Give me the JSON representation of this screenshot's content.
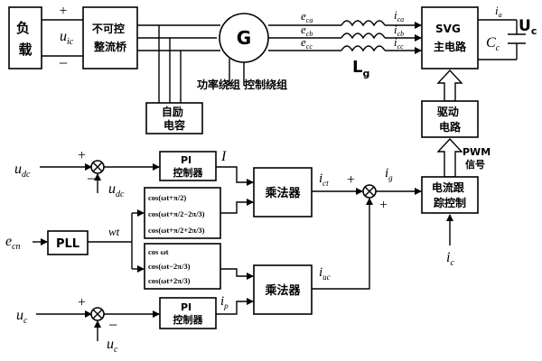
{
  "blocks": {
    "load": "负\n载",
    "rectifier": "不可控\n整流桥",
    "generator": "G",
    "self_exc_cap": "自励\n电容",
    "svg_main": "SVG\n主电路",
    "drive": "驱动\n电路",
    "pi_top": "PI\n控制器",
    "pi_bottom": "PI\n控制器",
    "multiplier_top": "乘法器",
    "multiplier_bottom": "乘法器",
    "pll": "PLL",
    "current_tracking": "电流跟\n踪控制",
    "sin_top": "cos(ωt+π/2)",
    "sin_mid": "cos(ωt+π/2−2π/3)",
    "sin_bot": "cos(ωt+π/2+2π/3)",
    "cos_top": "cos ωt",
    "cos_mid": "cos(ωt−2π/3)",
    "cos_bot": "cos(ωt+2π/3)"
  },
  "labels": {
    "winding": "功率绕组 控制绕组",
    "pwm": "PWM\n信号",
    "plus": "+",
    "minus": "−",
    "u_ic_main": "u",
    "u_ic_sub": "ic",
    "e_ca": "e",
    "e_ca_sub": "ca",
    "e_cb": "e",
    "e_cb_sub": "cb",
    "e_cc": "e",
    "e_cc_sub": "cc",
    "i_ca": "i",
    "i_ca_sub": "ca",
    "i_cb": "i",
    "i_cb_sub": "cb",
    "i_cc": "i",
    "i_cc_sub": "cc",
    "i_a": "i",
    "i_a_sub": "a",
    "Lg": "L",
    "Lg_sub": "g",
    "Cc": "C",
    "Cc_sub": "c",
    "Uc": "U",
    "Uc_sub": "c",
    "u_dc_ref": "u",
    "u_dc_ref_sub": "dc",
    "u_dc_fb": "u",
    "u_dc_fb_sub": "dc",
    "I_out": "I",
    "i_ct": "i",
    "i_ct_sub": "ct",
    "i_g": "i",
    "i_g_sub": "g",
    "e_cn": "e",
    "e_cn_sub": "cn",
    "wt": "wt",
    "i_uc": "i",
    "i_uc_sub": "uc",
    "u_c_ref": "u",
    "u_c_ref_sub": "c",
    "u_c_fb": "u",
    "u_c_fb_sub": "c",
    "i_p": "i",
    "i_p_sub": "p",
    "i_c": "i",
    "i_c_sub": "c"
  }
}
